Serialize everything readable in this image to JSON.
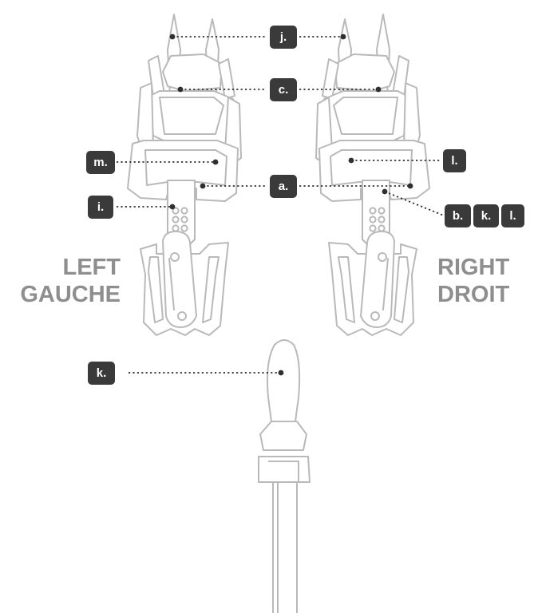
{
  "labels": {
    "left": [
      "LEFT",
      "GAUCHE"
    ],
    "right": [
      "RIGHT",
      "DROIT"
    ]
  },
  "callouts": {
    "j": "j.",
    "c": "c.",
    "m": "m.",
    "l_right": "l.",
    "a": "a.",
    "i": "i.",
    "b": "b.",
    "k_group": "k.",
    "l_group": "l.",
    "k_wrench": "k."
  },
  "colors": {
    "outline": "#b9b9b9",
    "leader": "#2f2f2f",
    "tag_bg": "#3a3a3a",
    "tag_text": "#ffffff",
    "label_text": "#8e8e8e"
  }
}
